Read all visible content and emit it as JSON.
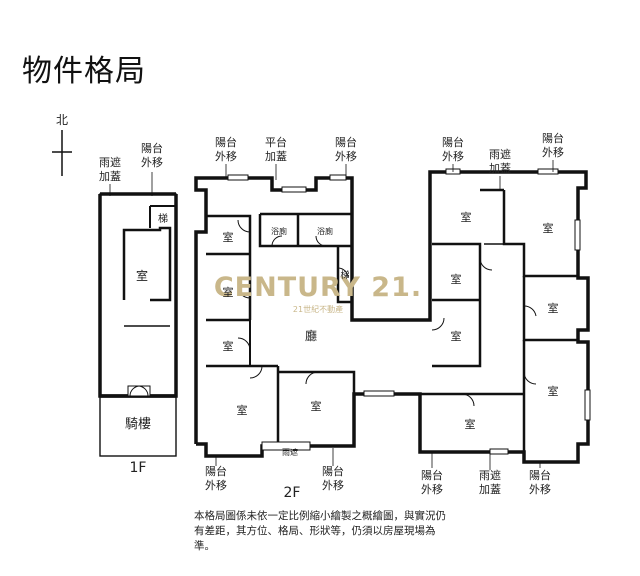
{
  "title": "物件格局",
  "north": "北",
  "floor1": {
    "label": "1F",
    "rooms": {
      "room": "室",
      "arcade": "騎樓",
      "stairs": "梯"
    },
    "notes": {
      "rain_cover": [
        "雨遮",
        "加蓋"
      ],
      "balcony_ext": [
        "陽台",
        "外移"
      ]
    }
  },
  "floor2": {
    "label": "2F",
    "rooms": {
      "room": "室",
      "hall": "廳",
      "bath_a": "浴廁",
      "bath_b": "浴廁",
      "rain_cover": "雨遮",
      "stairs": "梯"
    },
    "notes": {
      "balcony_ext": [
        "陽台",
        "外移"
      ],
      "terrace_cover": [
        "平台",
        "加蓋"
      ],
      "rain_cover": [
        "雨遮",
        "加蓋"
      ]
    }
  },
  "watermark": {
    "brand": "CENTURY 21.",
    "sub": "21世紀不動產",
    "color": "#c9b78a"
  },
  "disclaimer": "本格局圖係未依一定比例縮小繪製之概繪圖，與實況仍有差距，其方位、格局、形狀等，仍須以房屋現場為準。"
}
